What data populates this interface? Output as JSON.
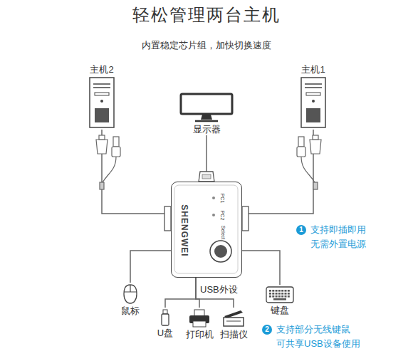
{
  "diagram": {
    "title": "轻松管理两台主机",
    "nodes": [
      {
        "text": [
          "主机2"
        ]
      },
      {
        "text": [
          "显示器"
        ]
      },
      {
        "text": [
          "主机1"
        ]
      },
      {
        "text": [
          "SHENGWEI",
          "PC1",
          "PC2",
          "Select"
        ]
      },
      {
        "text": [
          "鼠标"
        ]
      },
      {
        "text": [
          "U盘"
        ]
      },
      {
        "text": [
          "打印机"
        ]
      },
      {
        "text": [
          "扫描仪"
        ]
      },
      {
        "text": [
          "键盘"
        ]
      }
    ],
    "edges": [
      {
        "from": 0,
        "to": 3,
        "arrow": "none"
      },
      {
        "from": 2,
        "to": 3,
        "arrow": "none"
      },
      {
        "from": 3,
        "to": 1,
        "arrow": "none"
      },
      {
        "from": 3,
        "to": 4,
        "arrow": "none"
      },
      {
        "from": 3,
        "to": 5,
        "arrow": "none"
      },
      {
        "from": 3,
        "to": 6,
        "arrow": "none"
      },
      {
        "from": 3,
        "to": 7,
        "arrow": "none"
      },
      {
        "from": 3,
        "to": 8,
        "arrow": "none"
      }
    ],
    "labels": [
      "内置稳定芯片组，加快切换速度",
      "USB外设",
      "1",
      "支持即插即用 无需外置电源",
      "2",
      "支持部分无线键鼠 可共享USB设备使用"
    ]
  }
}
